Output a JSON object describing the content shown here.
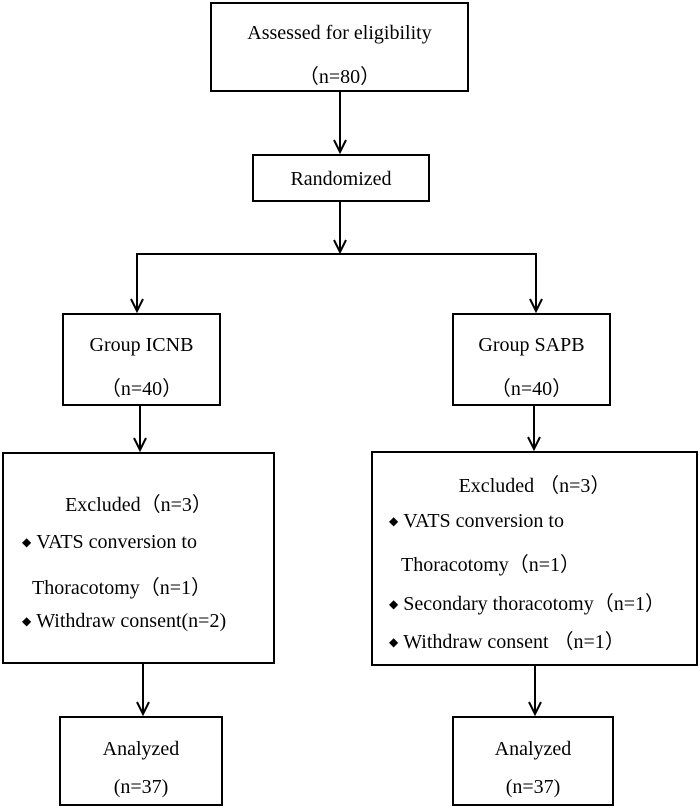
{
  "flowchart": {
    "assessed": {
      "title": "Assessed for eligibility",
      "count": "（n=80）"
    },
    "randomized": {
      "title": "Randomized"
    },
    "group_icnb": {
      "title": "Group ICNB",
      "count": "（n=40）"
    },
    "group_sapb": {
      "title": "Group SAPB",
      "count": "（n=40）"
    },
    "excluded_icnb": {
      "title": "Excluded（n=3）",
      "bullet": "◆",
      "items": [
        "VATS conversion to",
        "Thoracotomy（n=1）",
        "Withdraw consent(n=2)"
      ]
    },
    "excluded_sapb": {
      "title": "Excluded  （n=3）",
      "bullet": "◆",
      "items": [
        "VATS conversion to",
        "Thoracotomy（n=1）",
        "Secondary thoracotomy（n=1）",
        "Withdraw consent  （n=1）"
      ]
    },
    "analyzed_icnb": {
      "title": "Analyzed",
      "count": "(n=37)"
    },
    "analyzed_sapb": {
      "title": "Analyzed",
      "count": "(n=37)"
    }
  }
}
